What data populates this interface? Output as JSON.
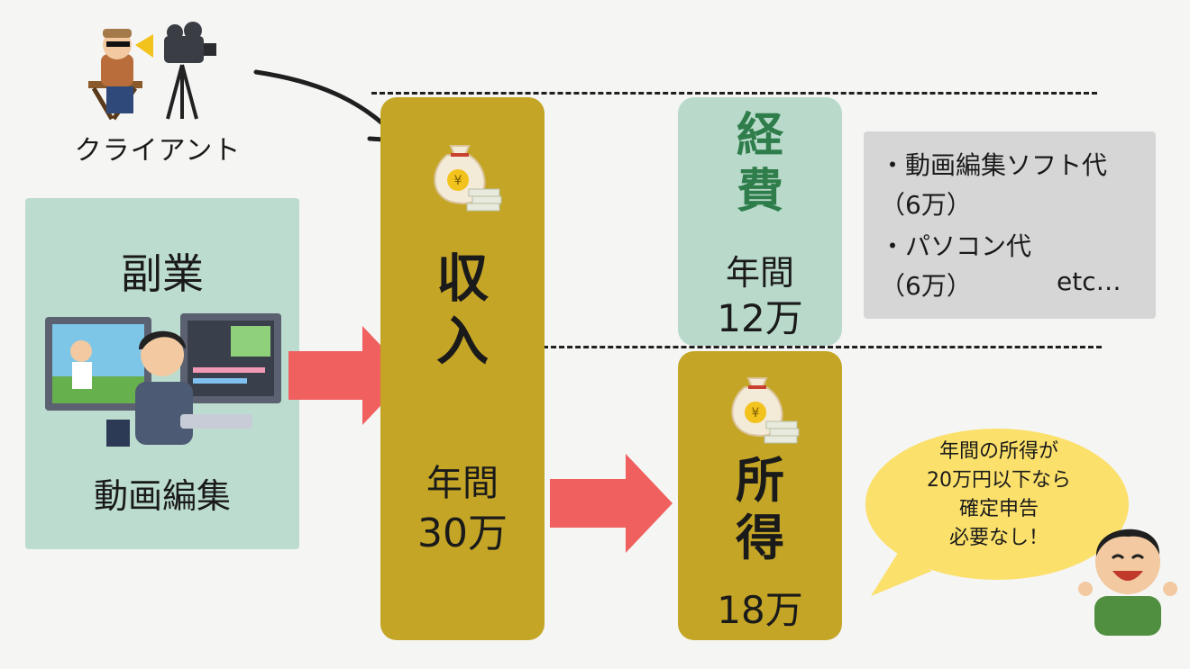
{
  "client": {
    "label": "クライアント",
    "icon": "film-director-icon"
  },
  "side_job": {
    "title": "副業",
    "subtitle": "動画編集",
    "icon": "video-editor-person-icon"
  },
  "income": {
    "title": "収入",
    "period": "年間",
    "amount": "30万",
    "icon": "money-bag-yen-icon"
  },
  "expenses": {
    "title": "経費",
    "period": "年間",
    "amount": "12万",
    "title_color": "#2e7d4a"
  },
  "expense_items": {
    "line1": "・動画編集ソフト代",
    "line2": "（6万）",
    "line3": "・パソコン代",
    "line4": "（6万）",
    "etc": "etc…"
  },
  "profit": {
    "title": "所得",
    "amount": "18万",
    "icon": "money-bag-yen-icon"
  },
  "speech": {
    "line1": "年間の所得が",
    "line2": "20万円以下なら",
    "line3": "確定申告",
    "line4": "必要なし！",
    "icon": "happy-man-icon"
  },
  "colors": {
    "gold": "#c4a526",
    "mint": "#b9dacb",
    "arrow": "#f0605f",
    "bubble": "#fbe06b"
  }
}
